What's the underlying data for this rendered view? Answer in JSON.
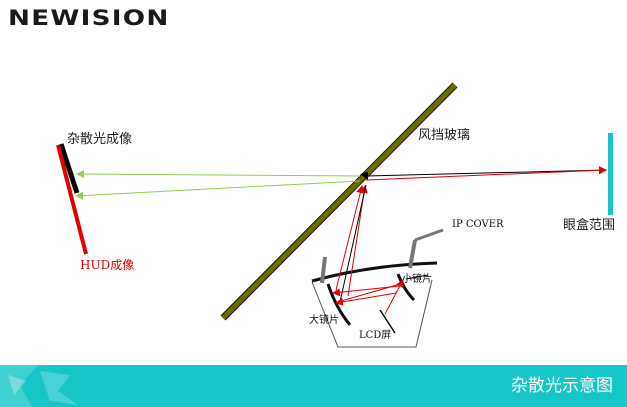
{
  "brand": {
    "logo_text": "NEWISION"
  },
  "labels": {
    "stray_light_image": "杂散光成像",
    "windshield": "风挡玻璃",
    "hud_image": "HUD成像",
    "eyebox": "眼盒范围",
    "ip_cover": "IP COVER",
    "small_mirror": "小镜片",
    "large_mirror": "大镜片",
    "lcd": "LCD屏"
  },
  "footer": {
    "title": "杂散光示意图"
  },
  "colors": {
    "windshield": "#6b6b00",
    "hud_image": "#e00000",
    "stray_ray": "#8fd14f",
    "main_ray": "#e00000",
    "eyebox": "#17c6c9",
    "footer_bg": "#17c6c9"
  }
}
